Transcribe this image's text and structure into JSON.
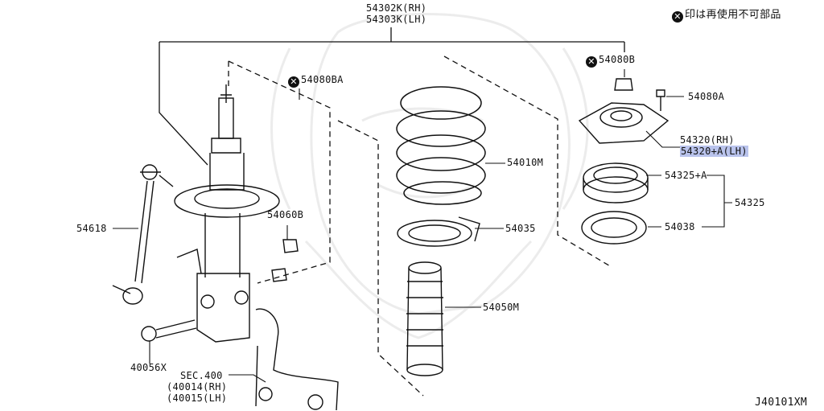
{
  "legend": {
    "mark": "✕",
    "text": "印は再使用不可部品"
  },
  "labels": {
    "assembly_rh": "54302K(RH)",
    "assembly_lh": "54303K(LH)",
    "nut_top": "54080B",
    "nut_strut": "54080BA",
    "bolt_mount": "54080A",
    "mount_rh": "54320(RH)",
    "mount_lh": "54320+A(LH)",
    "bearing": "54325+A",
    "bearing_kit": "54325",
    "seat": "54038",
    "spring": "54010M",
    "spring_seat": "54035",
    "bound_bumper": "54050M",
    "stabilizer_link": "54618",
    "nut_link": "54060B",
    "knuckle_bolt": "40056X",
    "sec": "SEC.400",
    "knuckle_rh": "(40014(RH)",
    "knuckle_lh": "(40015(LH)",
    "diagram_code": "J40101XM"
  },
  "icons": [
    "x-circle-icon"
  ],
  "colors": {
    "highlight": "#b9c3ec",
    "line": "#111111",
    "watermark": "#e6e6e6"
  }
}
